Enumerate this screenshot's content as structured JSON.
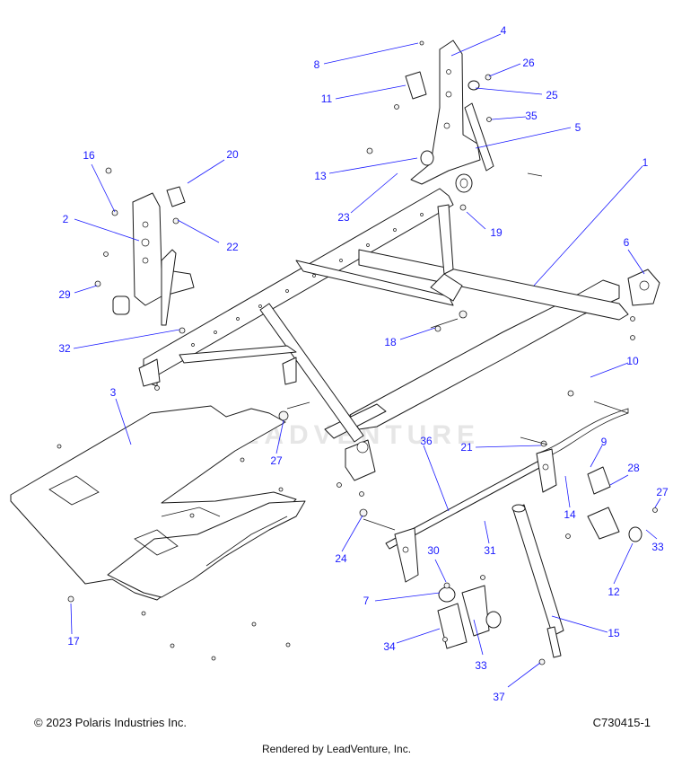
{
  "watermark": "LEADVENTURE",
  "footer": {
    "copyright": "© 2023 Polaris Industries Inc.",
    "diagram_id": "C730415-1",
    "rendered_by": "Rendered by LeadVenture, Inc."
  },
  "callouts": {
    "c1": "1",
    "c2": "2",
    "c3": "3",
    "c4": "4",
    "c5": "5",
    "c6": "6",
    "c7": "7",
    "c8": "8",
    "c9": "9",
    "c10": "10",
    "c11": "11",
    "c12": "12",
    "c13": "13",
    "c14": "14",
    "c15": "15",
    "c16": "16",
    "c17": "17",
    "c18": "18",
    "c19": "19",
    "c20": "20",
    "c21": "21",
    "c22": "22",
    "c23": "23",
    "c24": "24",
    "c25": "25",
    "c26": "26",
    "c27a": "27",
    "c27b": "27",
    "c28": "28",
    "c29": "29",
    "c30": "30",
    "c31": "31",
    "c32": "32",
    "c33a": "33",
    "c33b": "33",
    "c34": "34",
    "c35": "35",
    "c36": "36",
    "c37": "37"
  },
  "colors": {
    "callout": "#1a1aff",
    "line": "#1a1a1a",
    "watermark": "#e6e6e6"
  }
}
